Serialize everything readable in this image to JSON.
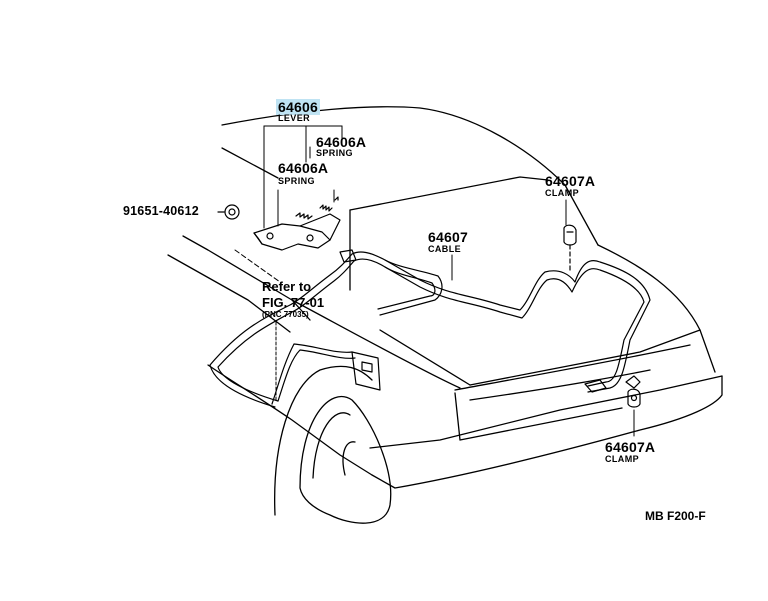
{
  "callouts": {
    "lever": {
      "part_no": "64606",
      "name": "LEVER",
      "highlight_color": "#bfe3f3"
    },
    "spring_a": {
      "part_no": "64606A",
      "name": "SPRING"
    },
    "spring_b": {
      "part_no": "64606A",
      "name": "SPRING"
    },
    "bolt": {
      "part_no": "91651-40612"
    },
    "cable": {
      "part_no": "64607",
      "name": "CABLE"
    },
    "clamp_upper": {
      "part_no": "64607A",
      "name": "CLAMP"
    },
    "clamp_lower": {
      "part_no": "64607A",
      "name": "CLAMP"
    }
  },
  "reference": {
    "line1": "Refer to",
    "line2": "FIG. 77-01",
    "line3": "(PNC 77035)"
  },
  "diagram_code": "MB F200-F"
}
